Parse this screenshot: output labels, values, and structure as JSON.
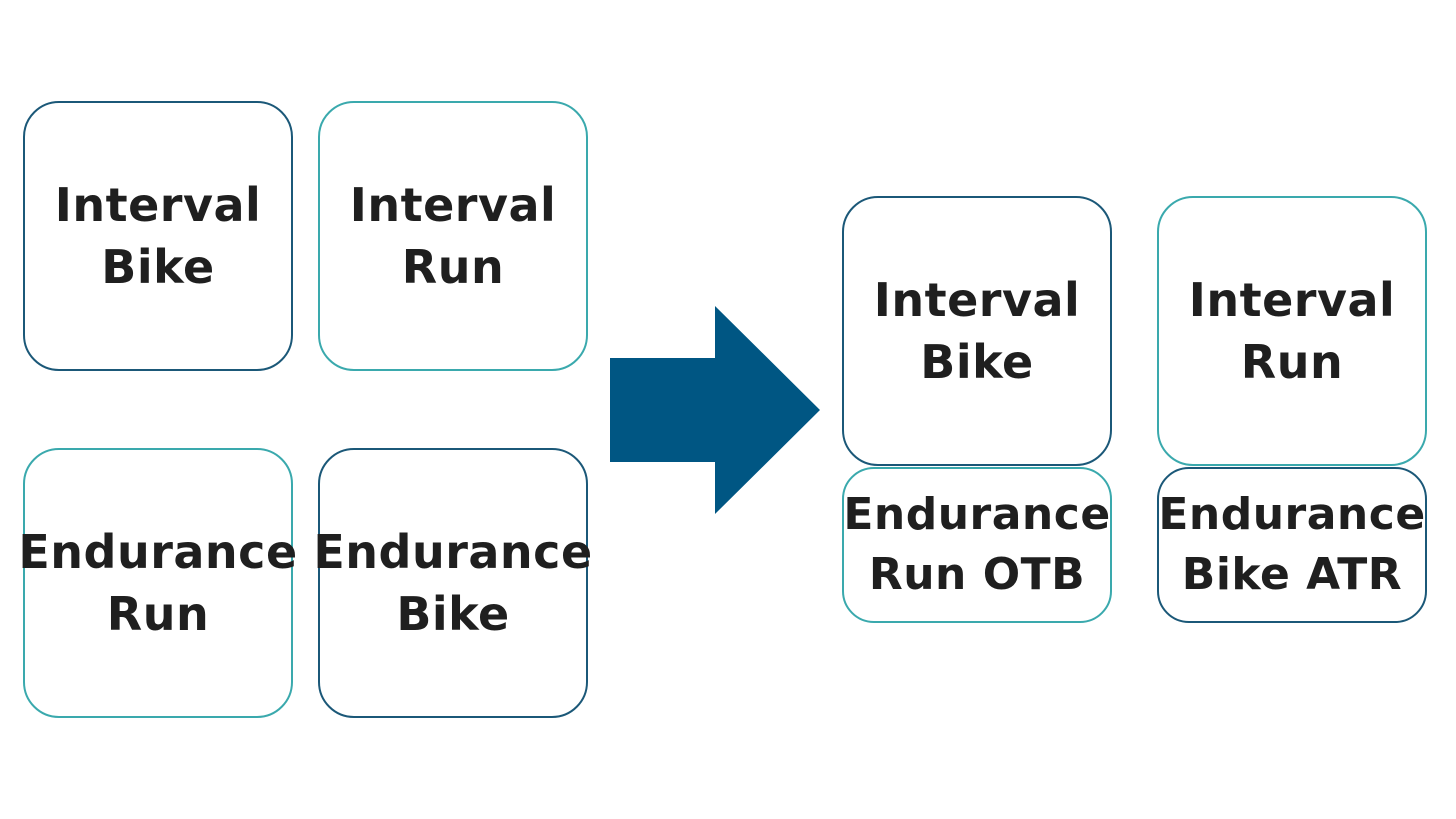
{
  "colors": {
    "navy_border": "#1b5878",
    "teal_border": "#3aa9ad",
    "arrow": "#005683",
    "text": "#1f1f1f"
  },
  "before": {
    "interval_bike": [
      "Interval",
      "Bike"
    ],
    "interval_run": [
      "Interval",
      "Run"
    ],
    "endurance_run": [
      "Endurance",
      "Run"
    ],
    "endurance_bike": [
      "Endurance",
      "Bike"
    ]
  },
  "after": {
    "interval_bike": [
      "Interval",
      "Bike"
    ],
    "interval_run": [
      "Interval",
      "Run"
    ],
    "endurance_run_otb": [
      "Endurance",
      "Run OTB"
    ],
    "endurance_bike_atr": [
      "Endurance",
      "Bike ATR"
    ]
  },
  "arrow_icon": "right-arrow-icon"
}
